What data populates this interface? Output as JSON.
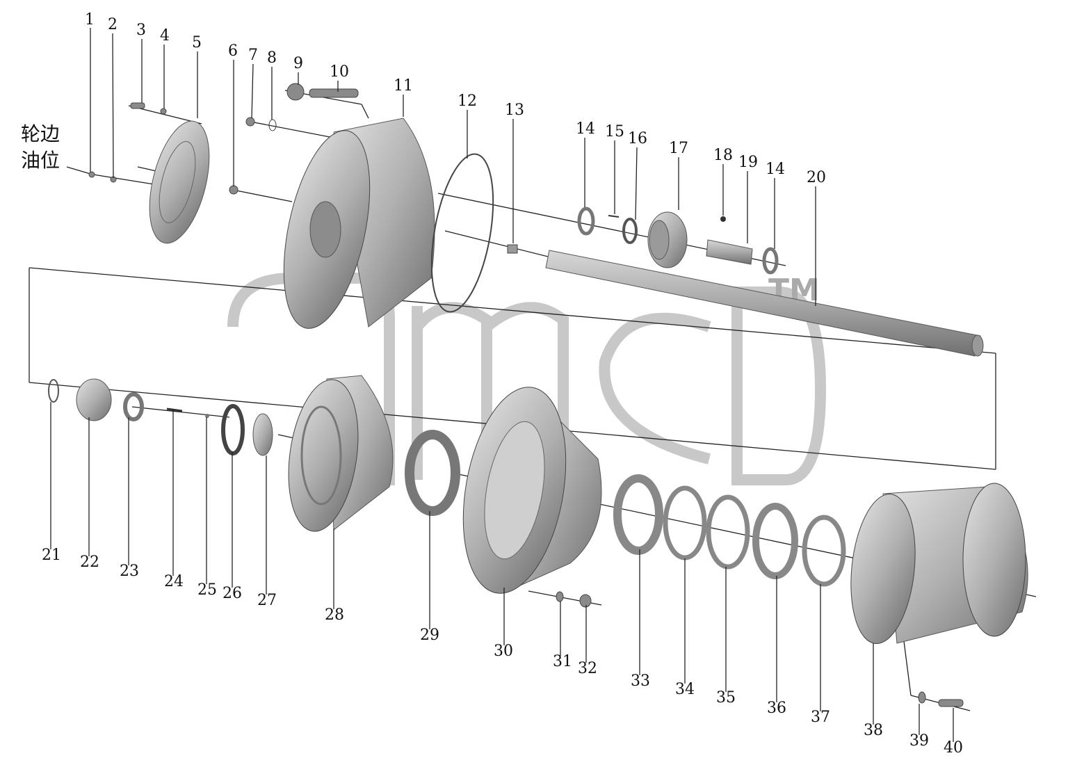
{
  "callouts": [
    "1",
    "2",
    "3",
    "4",
    "5",
    "6",
    "7",
    "8",
    "9",
    "10",
    "11",
    "12",
    "13",
    "14",
    "15",
    "16",
    "17",
    "18",
    "19",
    "14",
    "20",
    "21",
    "22",
    "23",
    "24",
    "25",
    "26",
    "27",
    "28",
    "29",
    "30",
    "31",
    "32",
    "33",
    "34",
    "35",
    "36",
    "37",
    "38",
    "39",
    "40"
  ],
  "side_label": [
    "轮边",
    "油位"
  ],
  "watermark": "TM",
  "colors": {
    "part_fill": "#b5b5b5",
    "part_dark": "#7a7a7a",
    "part_light": "#dcdcdc",
    "line": "#222222",
    "watermark": "#bdbdbd"
  }
}
